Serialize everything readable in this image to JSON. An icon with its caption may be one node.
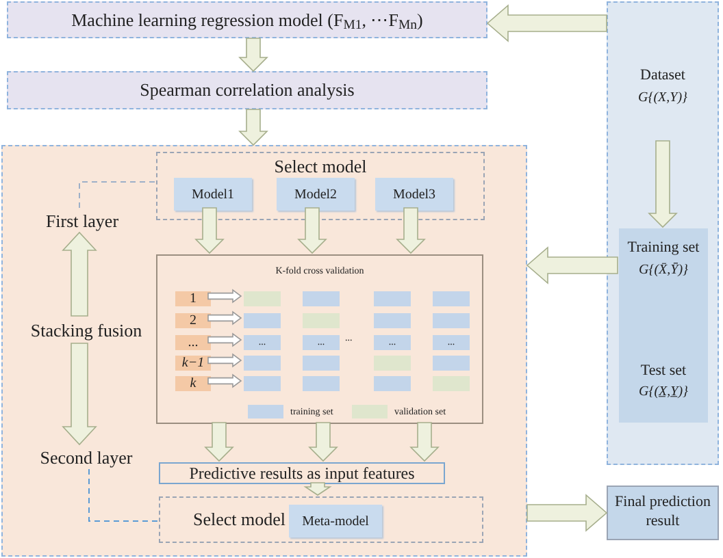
{
  "diagram": {
    "nodes": [
      {
        "text": [
          "Machine learning regression model (F$_{M1}$, ⋯F$_{Mn}$)"
        ]
      },
      {
        "text": [
          "Spearman correlation analysis"
        ]
      },
      {
        "text": [],
        "shape": "box"
      },
      {
        "text": [
          "Select model"
        ],
        "in": 2
      },
      {
        "text": [
          "Model1"
        ],
        "in": 3
      },
      {
        "text": [
          "Model2"
        ],
        "in": 3
      },
      {
        "text": [
          "Model3"
        ],
        "in": 3
      },
      {
        "text": [
          "First layer"
        ],
        "in": 2
      },
      {
        "text": [
          "Stacking fusion"
        ],
        "in": 2
      },
      {
        "text": [
          "Second layer"
        ],
        "in": 2
      },
      {
        "text": [
          "K-fold cross validation"
        ],
        "in": 2
      },
      {
        "text": [
          "1"
        ],
        "in": 10
      },
      {
        "text": [
          "2"
        ],
        "in": 10
      },
      {
        "text": [
          "..."
        ],
        "in": 10
      },
      {
        "text": [
          "k−1"
        ],
        "in": 10
      },
      {
        "text": [
          "k"
        ],
        "in": 10
      },
      {
        "text": [],
        "shape": "box",
        "in": 10
      },
      {
        "text": [],
        "shape": "box",
        "in": 10
      },
      {
        "text": [],
        "shape": "box",
        "in": 10
      },
      {
        "text": [],
        "shape": "box",
        "in": 10
      },
      {
        "text": [],
        "shape": "box",
        "in": 10
      },
      {
        "text": [],
        "shape": "box",
        "in": 10
      },
      {
        "text": [],
        "shape": "box",
        "in": 10
      },
      {
        "text": [],
        "shape": "box",
        "in": 10
      },
      {
        "text": [
          "..."
        ],
        "in": 10
      },
      {
        "text": [
          "..."
        ],
        "in": 10
      },
      {
        "text": [
          "..."
        ],
        "in": 10
      },
      {
        "text": [
          "..."
        ],
        "in": 10
      },
      {
        "text": [],
        "shape": "box",
        "in": 10
      },
      {
        "text": [],
        "shape": "box",
        "in": 10
      },
      {
        "text": [],
        "shape": "box",
        "in": 10
      },
      {
        "text": [],
        "shape": "box",
        "in": 10
      },
      {
        "text": [],
        "shape": "box",
        "in": 10
      },
      {
        "text": [],
        "shape": "box",
        "in": 10
      },
      {
        "text": [],
        "shape": "box",
        "in": 10
      },
      {
        "text": [],
        "shape": "box",
        "in": 10
      },
      {
        "text": [
          "Predictive results as input features"
        ],
        "in": 2
      },
      {
        "text": [
          "Select model"
        ],
        "in": 2
      },
      {
        "text": [
          "Meta-model"
        ],
        "in": 37
      },
      {
        "text": [
          "Dataset",
          "G{(X,Y)}"
        ]
      },
      {
        "text": [
          "Training set",
          "G{(X̄,Ȳ)}",
          "Test set",
          "G{(X̲,Y̲)}"
        ],
        "in": 39
      },
      {
        "text": [
          "Final prediction result"
        ]
      }
    ],
    "edges": [
      {
        "from": 39,
        "to": 0,
        "arrow": "to"
      },
      {
        "from": 0,
        "to": 1,
        "arrow": "to"
      },
      {
        "from": 1,
        "to": 2,
        "arrow": "to"
      },
      {
        "from": 39,
        "to": 40,
        "arrow": "to"
      },
      {
        "from": 40,
        "to": 2,
        "arrow": "to"
      },
      {
        "from": 4,
        "to": 10,
        "arrow": "to"
      },
      {
        "from": 5,
        "to": 10,
        "arrow": "to"
      },
      {
        "from": 6,
        "to": 10,
        "arrow": "to"
      },
      {
        "from": 10,
        "to": 36,
        "arrow": "to"
      },
      {
        "from": 10,
        "to": 36,
        "arrow": "to"
      },
      {
        "from": 10,
        "to": 36,
        "arrow": "to"
      },
      {
        "from": 36,
        "to": 37,
        "arrow": "to"
      },
      {
        "from": 2,
        "to": 41,
        "arrow": "to"
      },
      {
        "from": 8,
        "to": 7,
        "arrow": "to"
      },
      {
        "from": 8,
        "to": 9,
        "arrow": "to"
      },
      {
        "from": 7,
        "to": 3,
        "arrow": "none",
        "style": "dashed",
        "color": "#9db0c8"
      },
      {
        "from": 9,
        "to": 37,
        "arrow": "none",
        "style": "dashed",
        "color": "#5b9bd5"
      },
      {
        "from": 11,
        "to": 16,
        "arrow": "to"
      },
      {
        "from": 12,
        "to": 20,
        "arrow": "to"
      },
      {
        "from": 13,
        "to": 24,
        "arrow": "to"
      },
      {
        "from": 14,
        "to": 28,
        "arrow": "to"
      },
      {
        "from": 15,
        "to": 32,
        "arrow": "to"
      }
    ],
    "labels": [
      "..."
    ],
    "legend": [
      {
        "text": "training set",
        "color": "#c3d5ea"
      },
      {
        "text": "validation set",
        "color": "#dfe6cd"
      }
    ]
  }
}
